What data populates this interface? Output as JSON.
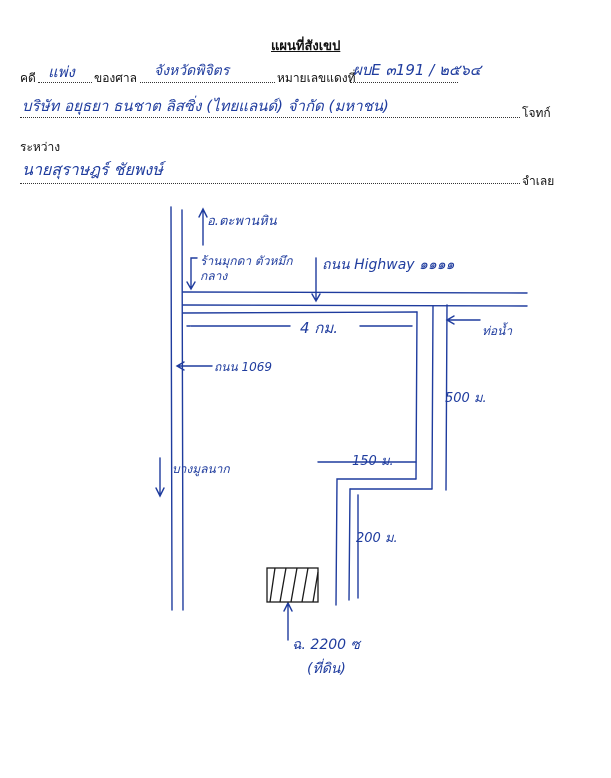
{
  "header": {
    "title": "แผนที่สังเขป",
    "case_label": "คดี",
    "case_type": "แพ่ง",
    "court_label": "ของศาล",
    "court_name": "จังหวัดพิจิตร",
    "red_case_label": "หมายเลขแดงที่",
    "red_case_no": "ผบE ๓191 / ๒๕๖๔",
    "plaintiff": "บริษัท อยุธยา ธนชาต ลิสซิ่ง (ไทยแลนด์) จำกัด (มหาชน)",
    "plaintiff_label": "โจทก์",
    "between_label": "ระหว่าง",
    "defendant": "นายสุราษฎร์ ชัยพงษ์",
    "defendant_label": "จำเลย"
  },
  "map": {
    "label_top_arrow": "อ.ตะพานหิน",
    "label_intersection": "ร้านมุกดา ตัวหมึกกลาง",
    "label_highway": "ถนน Highway ๑๑๑๑",
    "label_4km": "4 กม.",
    "label_pipe": "ท่อน้ำ",
    "label_road_1069": "ถนน 1069",
    "label_500m": "500 ม.",
    "label_bang_mun_nak": "บางมูลนาก",
    "label_150m": "150 ม.",
    "label_200m": "200 ม.",
    "label_plot": "ฉ. 2200 ซ",
    "label_plot_sub": "(ที่ดิน)"
  }
}
